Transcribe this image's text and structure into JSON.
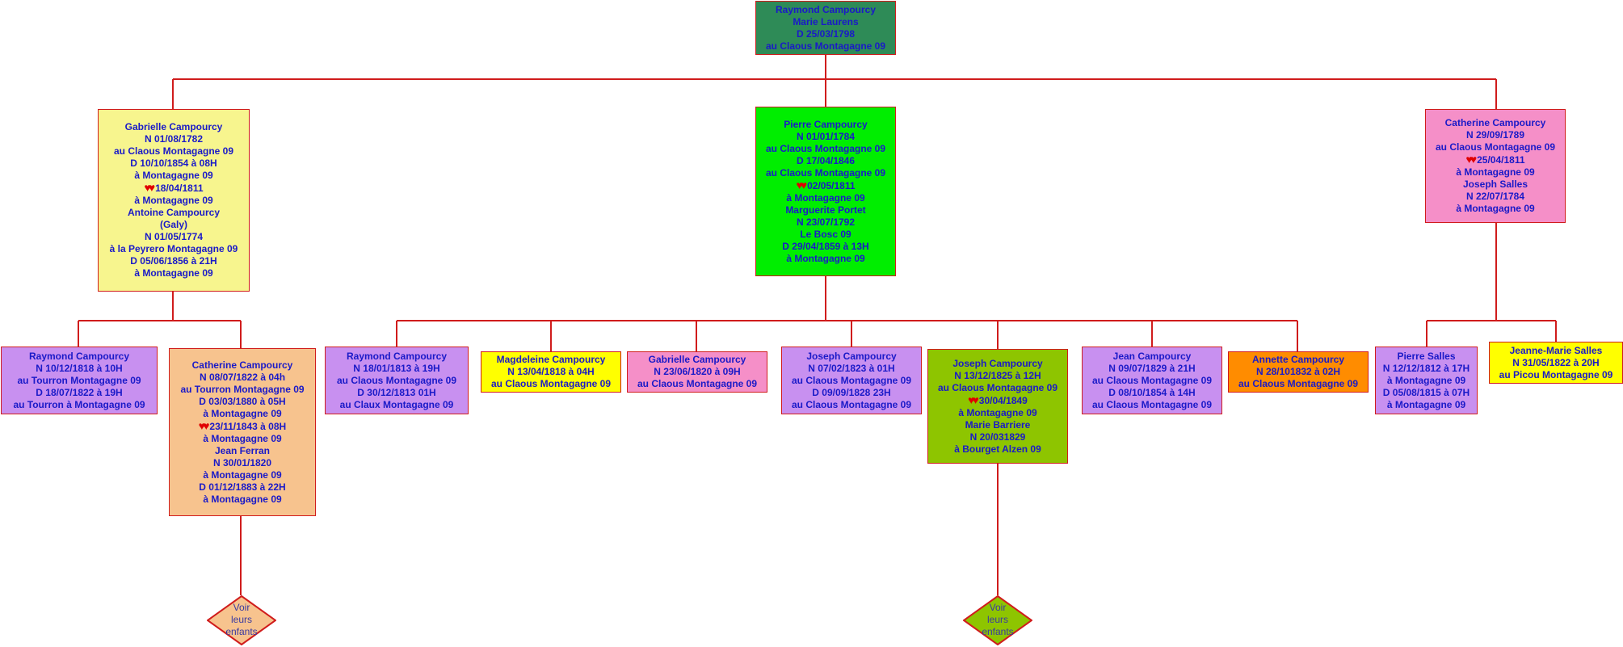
{
  "colors": {
    "line": "#d01c1c",
    "text": "#1a1ac8",
    "heart": "#e00000"
  },
  "root": {
    "lines": [
      "Raymond Campourcy",
      "Marie Laurens",
      "D 25/03/1798",
      "au Claous Montagagne 09"
    ],
    "color": "#2e8b57"
  },
  "children": [
    {
      "id": "gabrielle",
      "color": "#f7f58e",
      "lines": [
        "Gabrielle Campourcy",
        "N 01/08/1782",
        "au Claous Montagagne 09",
        "D 10/10/1854 à 08H",
        "à Montagagne 09",
        "♥♥18/04/1811",
        "à Montagagne 09",
        "Antoine Campourcy",
        "(Galy)",
        "N 01/05/1774",
        "à la Peyrero Montagagne 09",
        "D 05/06/1856 à 21H",
        "à Montagagne 09"
      ]
    },
    {
      "id": "pierre",
      "color": "#00ee00",
      "lines": [
        "Pierre Campourcy",
        "N 01/01/1784",
        "au Claous Montagagne 09",
        "D 17/04/1846",
        "au Claous Montagagne 09",
        "♥♥02/05/1811",
        "à Montagagne 09",
        "Marguerite Portet",
        "N 23/07/1792",
        "Le Bosc 09",
        "D 29/04/1859 à 13H",
        "à Montagagne 09"
      ]
    },
    {
      "id": "catherine",
      "color": "#f58fc8",
      "lines": [
        "Catherine Campourcy",
        "N 29/09/1789",
        "au Claous Montagagne 09",
        "♥♥25/04/1811",
        "à Montagagne 09",
        "Joseph Salles",
        "N 22/07/1784",
        "à Montagagne 09"
      ]
    }
  ],
  "grandchildren": [
    {
      "id": "gc-raymond-1",
      "color": "#c890f0",
      "lines": [
        "Raymond Campourcy",
        "N 10/12/1818 à 10H",
        "au Tourron Montagagne 09",
        "D 18/07/1822 à 19H",
        "au Tourron à Montagagne 09"
      ]
    },
    {
      "id": "gc-catherine",
      "color": "#f7c38e",
      "lines": [
        "Catherine Campourcy",
        "N 08/07/1822 à 04h",
        "au Tourron Montagagne 09",
        "D 03/03/1880 à 05H",
        "à Montagagne 09",
        "♥♥23/11/1843 à 08H",
        "à Montagagne 09",
        "Jean Ferran",
        "N 30/01/1820",
        "à Montagagne 09",
        "D 01/12/1883 à 22H",
        "à Montagagne 09"
      ]
    },
    {
      "id": "gc-raymond-2",
      "color": "#c890f0",
      "lines": [
        "Raymond Campourcy",
        "N 18/01/1813 à 19H",
        "au Claous Montagagne 09",
        "D 30/12/1813 01H",
        "au Claux Montagagne 09"
      ]
    },
    {
      "id": "gc-magdeleine",
      "color": "#ffff00",
      "lines": [
        "Magdeleine Campourcy",
        "N 13/04/1818 à 04H",
        "au Claous Montagagne 09"
      ]
    },
    {
      "id": "gc-gabrielle",
      "color": "#f58fc8",
      "lines": [
        "Gabrielle Campourcy",
        "N 23/06/1820 à 09H",
        "au Claous Montagagne 09"
      ]
    },
    {
      "id": "gc-joseph-1",
      "color": "#c890f0",
      "lines": [
        "Joseph Campourcy",
        "N 07/02/1823 à 01H",
        "au Claous Montagagne 09",
        "D 09/09/1828 23H",
        "au Claous Montagagne 09"
      ]
    },
    {
      "id": "gc-joseph-2",
      "color": "#8ec500",
      "lines": [
        "Joseph Campourcy",
        "N 13/12/1825 à 12H",
        "au Claous Montagagne 09",
        "♥♥30/04/1849",
        "à Montagagne 09",
        "Marie Barriere",
        "N 20/031829",
        "à Bourget Alzen 09"
      ]
    },
    {
      "id": "gc-jean",
      "color": "#c890f0",
      "lines": [
        "Jean Campourcy",
        "N 09/07/1829 à 21H",
        "au Claous Montagagne 09",
        "D 08/10/1854  à 14H",
        "au Claous Montagagne 09"
      ]
    },
    {
      "id": "gc-annette",
      "color": "#ff8c00",
      "lines": [
        "Annette Campourcy",
        "N 28/101832 à 02H",
        "au Claous Montagagne 09"
      ]
    },
    {
      "id": "gc-pierre-salles",
      "color": "#c890f0",
      "lines": [
        "Pierre Salles",
        "N 12/12/1812 à 17H",
        "à Montagagne 09",
        "D 05/08/1815 à 07H",
        "à Montagagne 09"
      ]
    },
    {
      "id": "gc-jeanne-marie",
      "color": "#ffff00",
      "lines": [
        "Jeanne-Marie Salles",
        "N 31/05/1822 à 20H",
        "au Picou Montagagne 09"
      ]
    }
  ],
  "more_links": [
    {
      "id": "voir-catherine",
      "color": "#f7c38e",
      "lines": [
        "Voir",
        "leurs",
        "enfants"
      ]
    },
    {
      "id": "voir-joseph",
      "color": "#8ec500",
      "lines": [
        "Voir",
        "leurs",
        "enfants"
      ]
    }
  ]
}
